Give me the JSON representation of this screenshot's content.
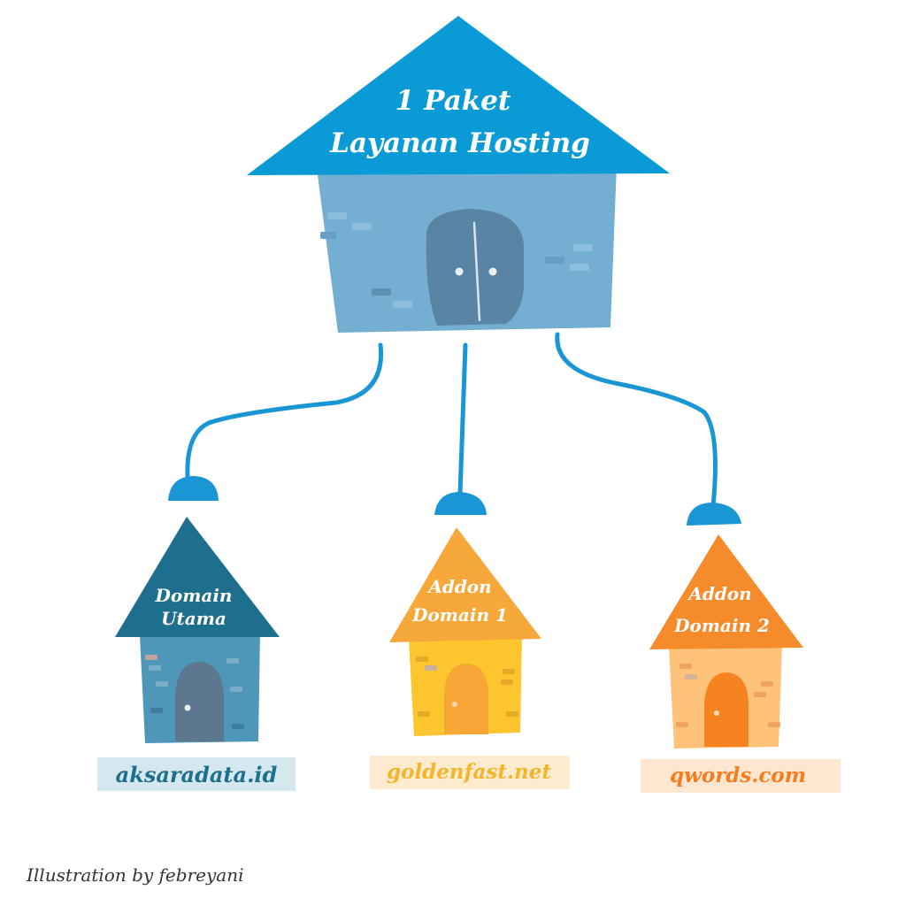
{
  "main_house": {
    "line1": "1 Paket",
    "line2": "Layanan Hosting"
  },
  "houses": [
    {
      "roof_line1": "Domain",
      "roof_line2": "Utama",
      "domain": "aksaradata.id"
    },
    {
      "roof_line1": "Addon",
      "roof_line2": "Domain 1",
      "domain": "goldenfast.net"
    },
    {
      "roof_line1": "Addon",
      "roof_line2": "Domain 2",
      "domain": "qwords.com"
    }
  ],
  "credit": "Illustration by febreyani",
  "colors": {
    "main_roof": "#0a9bd6",
    "main_wall": "#74aed3",
    "main_door": "#5a84a3",
    "cable": "#1a96d4",
    "house1_roof": "#1e6f8e",
    "house1_wall": "#4f97b8",
    "house1_door": "#5e7790",
    "house1_label_bg": "#d5e7ef",
    "house1_label_text": "#1e6f8e",
    "house2_roof": "#f6a83b",
    "house2_wall": "#fec62e",
    "house2_door": "#f8a637",
    "house2_label_bg": "#fdebd0",
    "house2_label_text": "#f3b52a",
    "house3_roof": "#f68b2b",
    "house3_wall": "#fec27a",
    "house3_door": "#f5831f",
    "house3_label_bg": "#fde7d1",
    "house3_label_text": "#f47d20"
  }
}
